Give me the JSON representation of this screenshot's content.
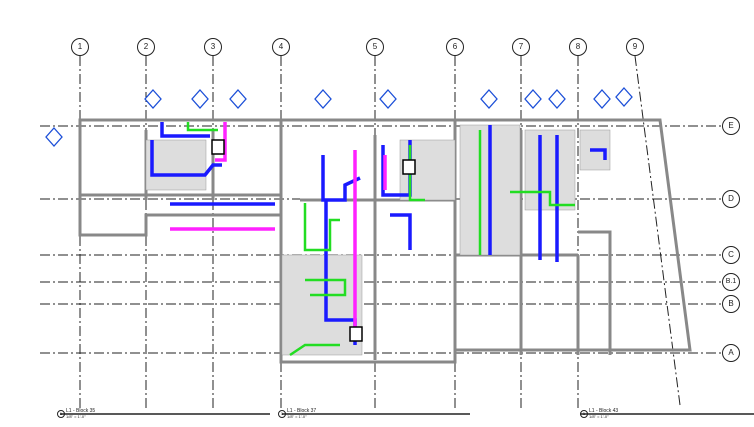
{
  "grid": {
    "columns": [
      "1",
      "2",
      "3",
      "4",
      "5",
      "6",
      "7",
      "8",
      "9"
    ],
    "rows": [
      "E",
      "D",
      "C",
      "B.1",
      "B",
      "A"
    ]
  },
  "view_titles": [
    {
      "number": "1",
      "title": "L1 - Block 35",
      "scale": "1/8\" = 1'-0\""
    },
    {
      "number": "1",
      "title": "L1 - Block 37",
      "scale": "1/8\" = 1'-0\""
    },
    {
      "number": "1",
      "title": "L1 - Block 43",
      "scale": "1/8\" = 1'-0\""
    }
  ],
  "colors": {
    "duct_supply": "#1a1aff",
    "duct_return": "#ff22ff",
    "pipe": "#22dd22",
    "marker": "#1c4fd8"
  }
}
